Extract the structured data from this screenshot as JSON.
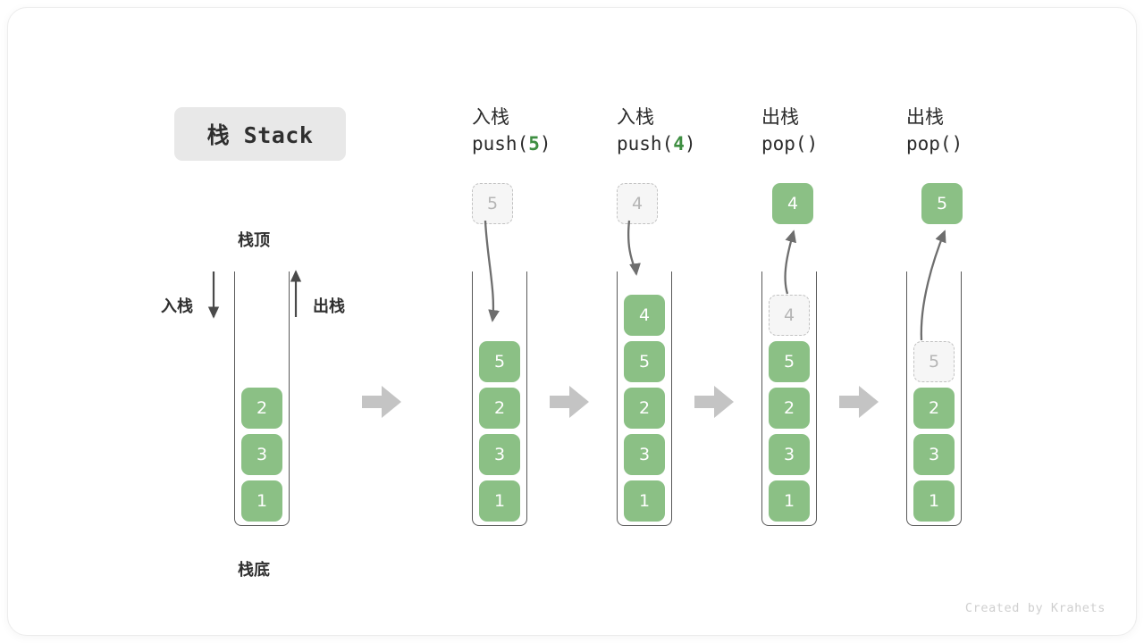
{
  "title": {
    "text": "栈 Stack"
  },
  "colors": {
    "cell_fill": "#8bc085",
    "cell_text": "#ffffff",
    "ghost_fill": "#f6f6f6",
    "ghost_border": "#c2c2c2",
    "ghost_text": "#b5b5b5",
    "container_stroke": "#595959",
    "accent_green": "#3e8e41",
    "flow_arrow": "#c4c4c4",
    "curve_arrow": "#6e6e6e",
    "card_bg": "#ffffff",
    "pill_bg": "#e8e8e8"
  },
  "labels": {
    "top": "栈顶",
    "bottom": "栈底",
    "push": "入栈",
    "pop": "出栈"
  },
  "columns": [
    {
      "id": "initial",
      "header_cn": "",
      "header_code": "",
      "header_code_arg": "",
      "cells": [
        "2",
        "3",
        "1"
      ],
      "floating": null,
      "ghost_in_stack": null
    },
    {
      "id": "push-5",
      "header_cn": "入栈",
      "header_code_pre": "push(",
      "header_code_arg": "5",
      "header_code_post": ")",
      "cells": [
        "5",
        "2",
        "3",
        "1"
      ],
      "floating": {
        "value": "5",
        "style": "ghost"
      },
      "ghost_in_stack": null
    },
    {
      "id": "push-4",
      "header_cn": "入栈",
      "header_code_pre": "push(",
      "header_code_arg": "4",
      "header_code_post": ")",
      "cells": [
        "4",
        "5",
        "2",
        "3",
        "1"
      ],
      "floating": {
        "value": "4",
        "style": "ghost"
      },
      "ghost_in_stack": null
    },
    {
      "id": "pop-4",
      "header_cn": "出栈",
      "header_code_pre": "pop(",
      "header_code_arg": "",
      "header_code_post": ")",
      "cells": [
        "5",
        "2",
        "3",
        "1"
      ],
      "floating": {
        "value": "4",
        "style": "solid"
      },
      "ghost_in_stack": {
        "value": "4"
      }
    },
    {
      "id": "pop-5",
      "header_cn": "出栈",
      "header_code_pre": "pop(",
      "header_code_arg": "",
      "header_code_post": ")",
      "cells": [
        "2",
        "3",
        "1"
      ],
      "floating": {
        "value": "5",
        "style": "solid"
      },
      "ghost_in_stack": {
        "value": "5"
      }
    }
  ],
  "footer": {
    "credit": "Created by Krahets"
  }
}
